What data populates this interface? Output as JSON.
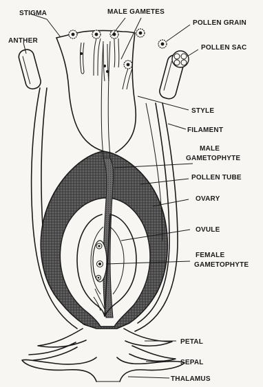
{
  "labels": {
    "stigma": "STIGMA",
    "male_gametes": "MALE GAMETES",
    "pollen_grain": "POLLEN GRAIN",
    "anther": "ANTHER",
    "pollen_sac": "POLLEN SAC",
    "style": "STYLE",
    "filament": "FILAMENT",
    "male_gametophyte_1": "MALE",
    "male_gametophyte_2": "GAMETOPHYTE",
    "pollen_tube": "POLLEN TUBE",
    "ovary": "OVARY",
    "ovule": "OVULE",
    "female_gametophyte_1": "FEMALE",
    "female_gametophyte_2": "GAMETOPHYTE",
    "petal": "PETAL",
    "sepal": "SEPAL",
    "thalamus": "THALAMUS"
  },
  "colors": {
    "ink": "#1a1a1a",
    "paper": "#f7f6f2",
    "ovary_wall": "#5a5a5a"
  }
}
